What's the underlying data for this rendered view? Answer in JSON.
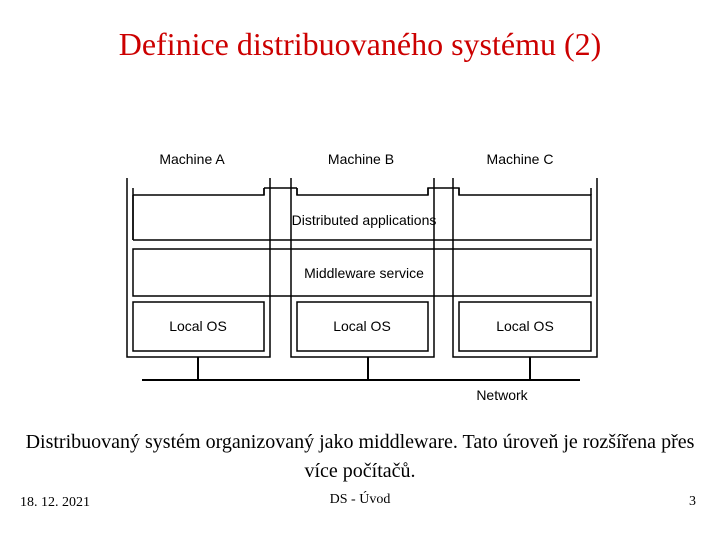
{
  "slide": {
    "title": "Definice distribuovaného systému (2)",
    "caption": "Distribuovaný systém organizovaný jako middleware. Tato úroveň je rozšířena přes více počítačů.",
    "footer": {
      "date": "18. 12. 2021",
      "center": "DS - Úvod",
      "page_number": "3"
    }
  },
  "diagram": {
    "machines": [
      "Machine A",
      "Machine B",
      "Machine C"
    ],
    "layers": {
      "applications": "Distributed applications",
      "middleware": "Middleware service"
    },
    "local_os": [
      "Local OS",
      "Local OS",
      "Local OS"
    ],
    "network_label": "Network"
  }
}
